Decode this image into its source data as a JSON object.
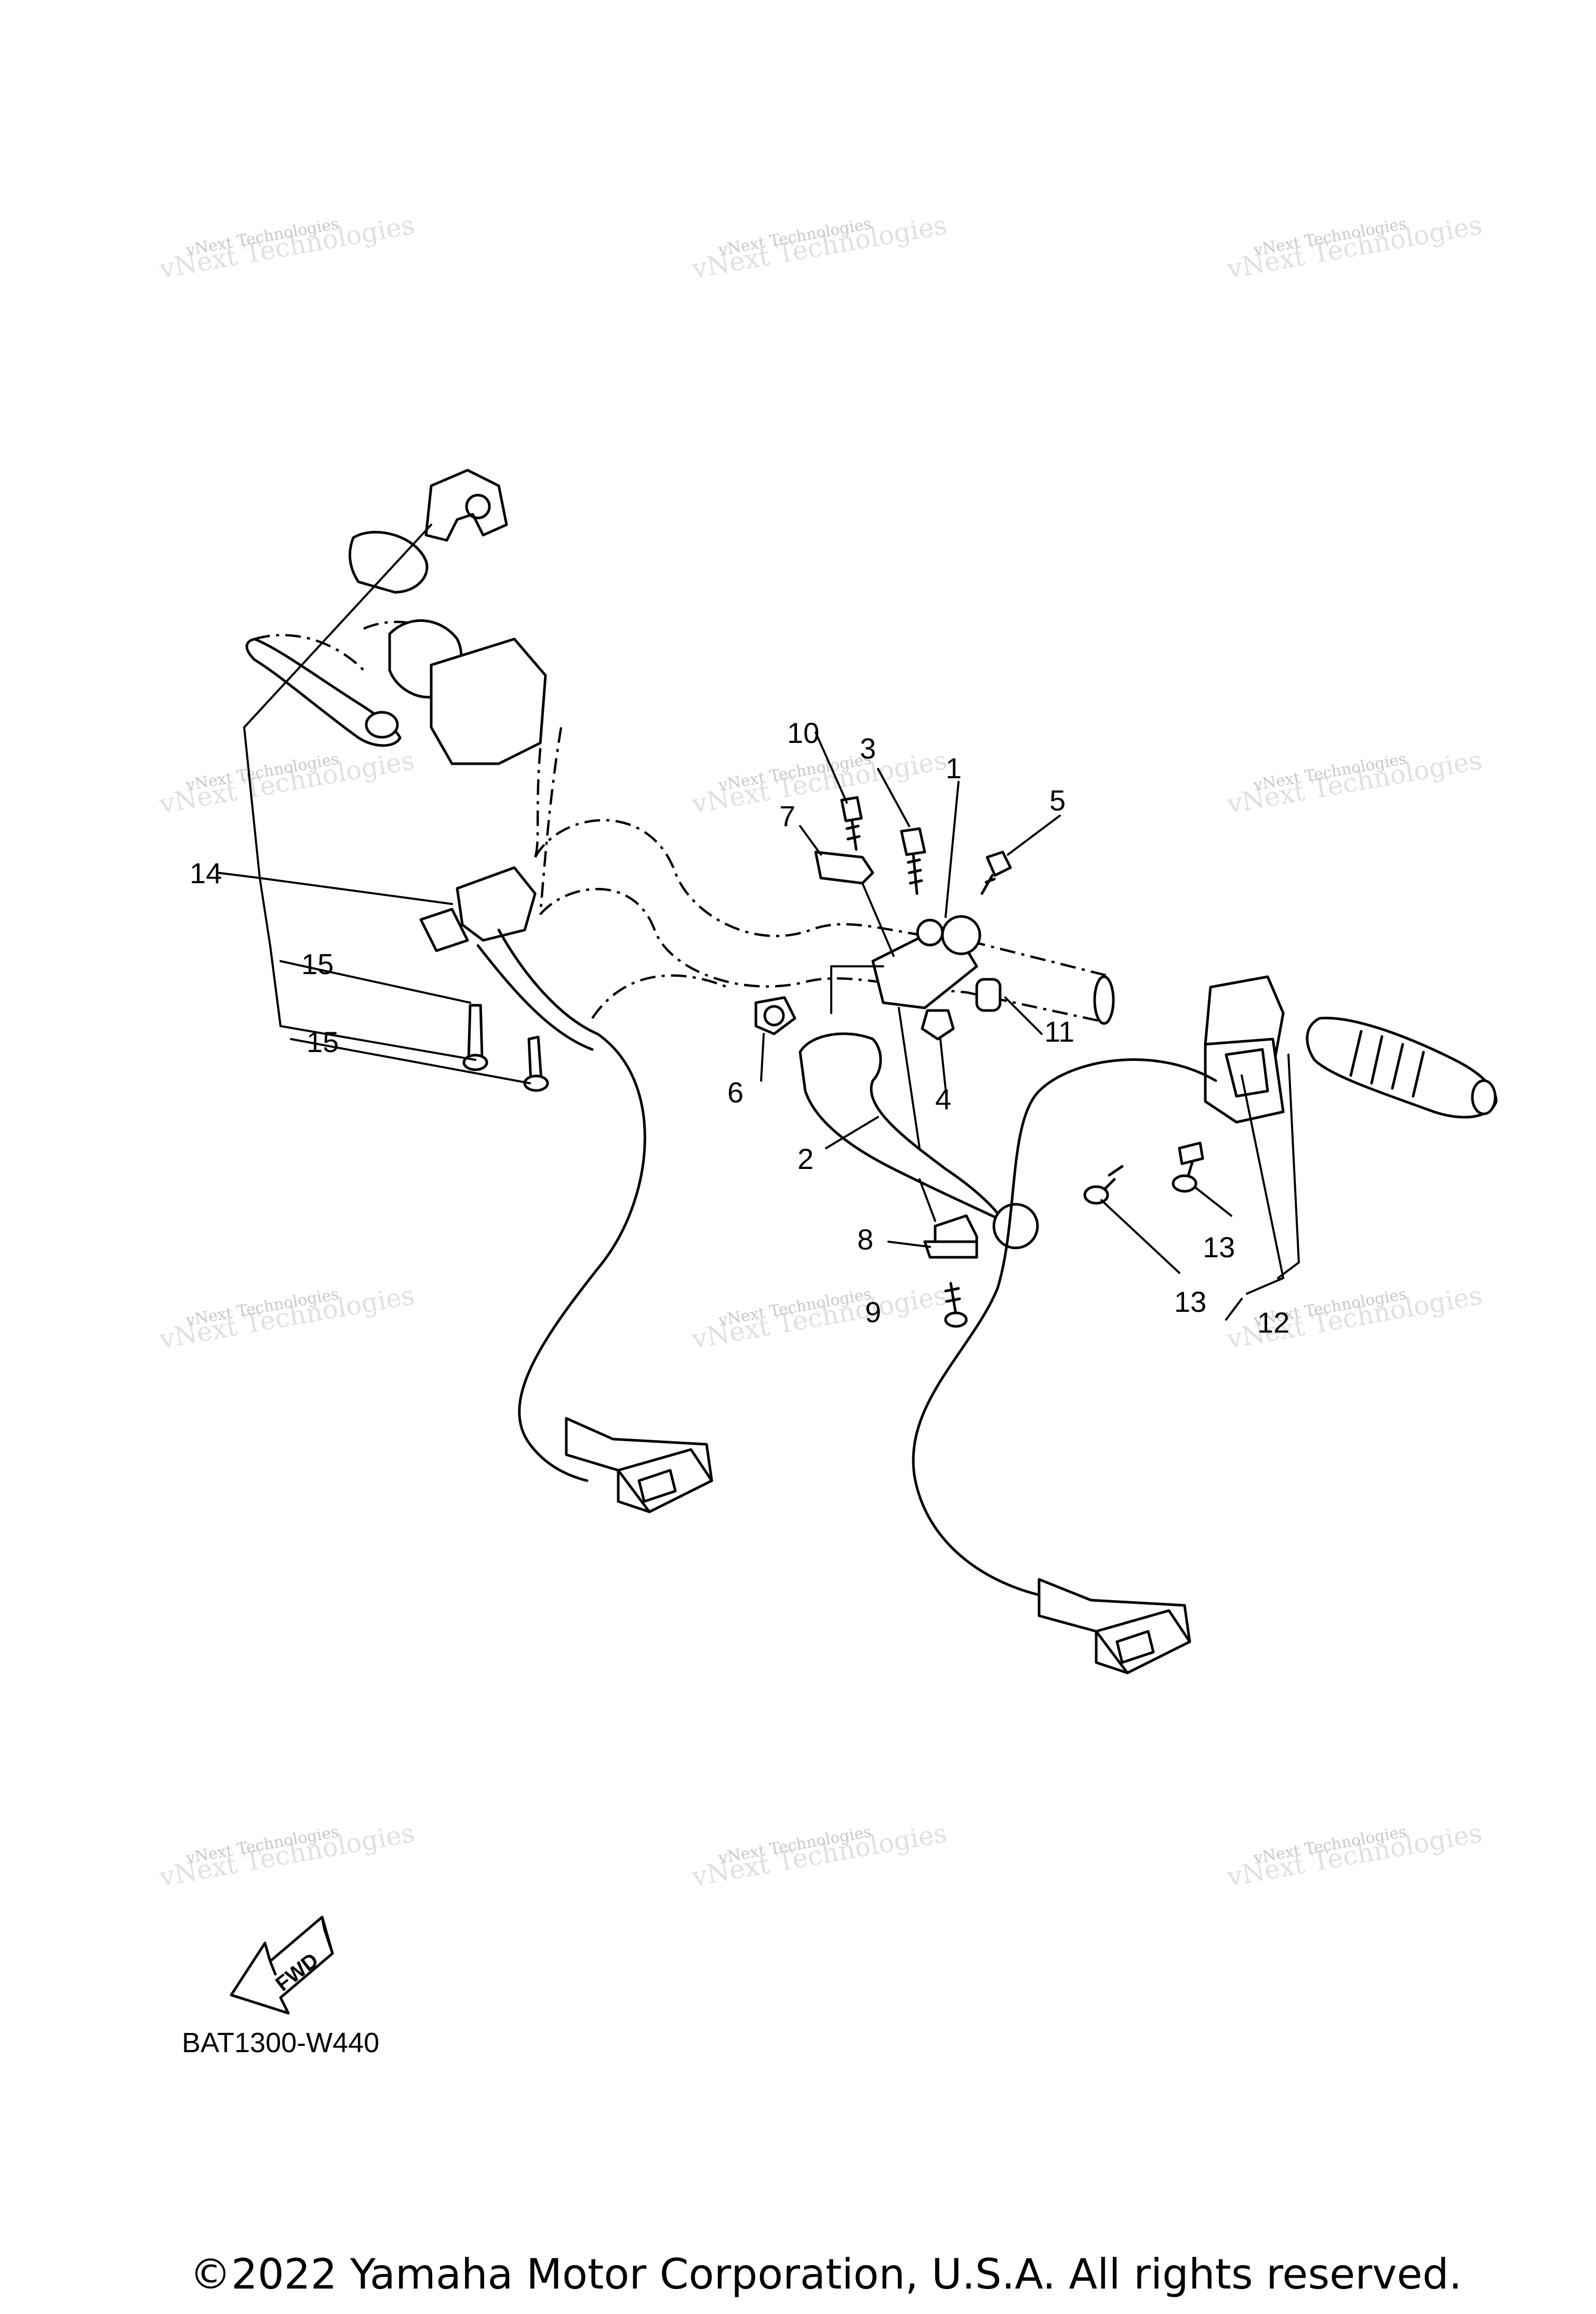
{
  "watermark": {
    "line1": "vNext Technologies",
    "line2": "vNext Technologies"
  },
  "callouts": [
    {
      "id": "1",
      "label": "1"
    },
    {
      "id": "2",
      "label": "2"
    },
    {
      "id": "3",
      "label": "3"
    },
    {
      "id": "4",
      "label": "4"
    },
    {
      "id": "5",
      "label": "5"
    },
    {
      "id": "6",
      "label": "6"
    },
    {
      "id": "7",
      "label": "7"
    },
    {
      "id": "8",
      "label": "8"
    },
    {
      "id": "9",
      "label": "9"
    },
    {
      "id": "10",
      "label": "10"
    },
    {
      "id": "11",
      "label": "11"
    },
    {
      "id": "12",
      "label": "12"
    },
    {
      "id": "13a",
      "label": "13"
    },
    {
      "id": "13b",
      "label": "13"
    },
    {
      "id": "14",
      "label": "14"
    },
    {
      "id": "15a",
      "label": "15"
    },
    {
      "id": "15b",
      "label": "15"
    }
  ],
  "fwd_arrow_label": "FWD",
  "diagram_code": "BAT1300-W440",
  "copyright": "©2022 Yamaha Motor Corporation, U.S.A. All rights reserved."
}
